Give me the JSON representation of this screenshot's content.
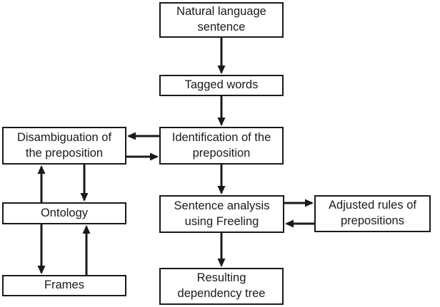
{
  "diagram": {
    "type": "flowchart",
    "colors": {
      "background": "#ffffff",
      "box_border": "#1a1a1a",
      "text": "#1a1a1a",
      "arrow": "#1a1a1a"
    },
    "nodes": {
      "natural_language_sentence": {
        "label": "Natural language\nsentence"
      },
      "tagged_words": {
        "label": "Tagged words"
      },
      "identification_of_the_preposition": {
        "label": "Identification of the\npreposition"
      },
      "disambiguation_of_the_preposition": {
        "label": "Disambiguation of\nthe preposition"
      },
      "ontology": {
        "label": "Ontology"
      },
      "frames": {
        "label": "Frames"
      },
      "sentence_analysis_using_freeling": {
        "label": "Sentence analysis\nusing Freeling"
      },
      "adjusted_rules_of_prepositions": {
        "label": "Adjusted rules of\nprepositions"
      },
      "resulting_dependency_tree": {
        "label": "Resulting\ndependency tree"
      }
    },
    "edges": [
      {
        "from": "natural_language_sentence",
        "to": "tagged_words"
      },
      {
        "from": "tagged_words",
        "to": "identification_of_the_preposition"
      },
      {
        "from": "identification_of_the_preposition",
        "to": "disambiguation_of_the_preposition"
      },
      {
        "from": "disambiguation_of_the_preposition",
        "to": "identification_of_the_preposition"
      },
      {
        "from": "ontology",
        "to": "disambiguation_of_the_preposition"
      },
      {
        "from": "disambiguation_of_the_preposition",
        "to": "ontology"
      },
      {
        "from": "ontology",
        "to": "frames"
      },
      {
        "from": "frames",
        "to": "ontology"
      },
      {
        "from": "identification_of_the_preposition",
        "to": "sentence_analysis_using_freeling"
      },
      {
        "from": "sentence_analysis_using_freeling",
        "to": "adjusted_rules_of_prepositions"
      },
      {
        "from": "adjusted_rules_of_prepositions",
        "to": "sentence_analysis_using_freeling"
      },
      {
        "from": "sentence_analysis_using_freeling",
        "to": "resulting_dependency_tree"
      }
    ]
  }
}
